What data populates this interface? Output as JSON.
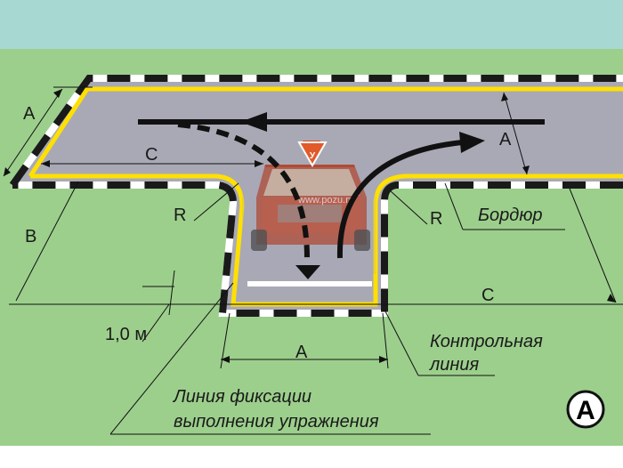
{
  "labels": {
    "a_top_left": "A",
    "a_right_road": "A",
    "a_bottom": "A",
    "b": "B",
    "c_top": "C",
    "c_bottom": "C",
    "r_left": "R",
    "r_right": "R",
    "one_meter": "1,0 м",
    "curb": "Бордюр",
    "control_line_1": "Контрольная",
    "control_line_2": "линия",
    "fix_line_1": "Линия фиксации",
    "fix_line_2": "выполнения упражнения",
    "badge": "A"
  },
  "car": {
    "plate_sign": "У",
    "watermark": "www.pozu.ru"
  },
  "colors": {
    "sky": "#a8d8d2",
    "grass": "#9ccf8c",
    "road": "#a9a9b6",
    "yellow_line": "#ffe000",
    "curb_dark": "#1a1a1a",
    "car_body": "#b23a1e"
  },
  "icons": [
    "arrow-left-icon",
    "arrow-turn-right-icon",
    "arrow-dashed-turn-icon",
    "car-icon",
    "badge-circle-icon"
  ]
}
